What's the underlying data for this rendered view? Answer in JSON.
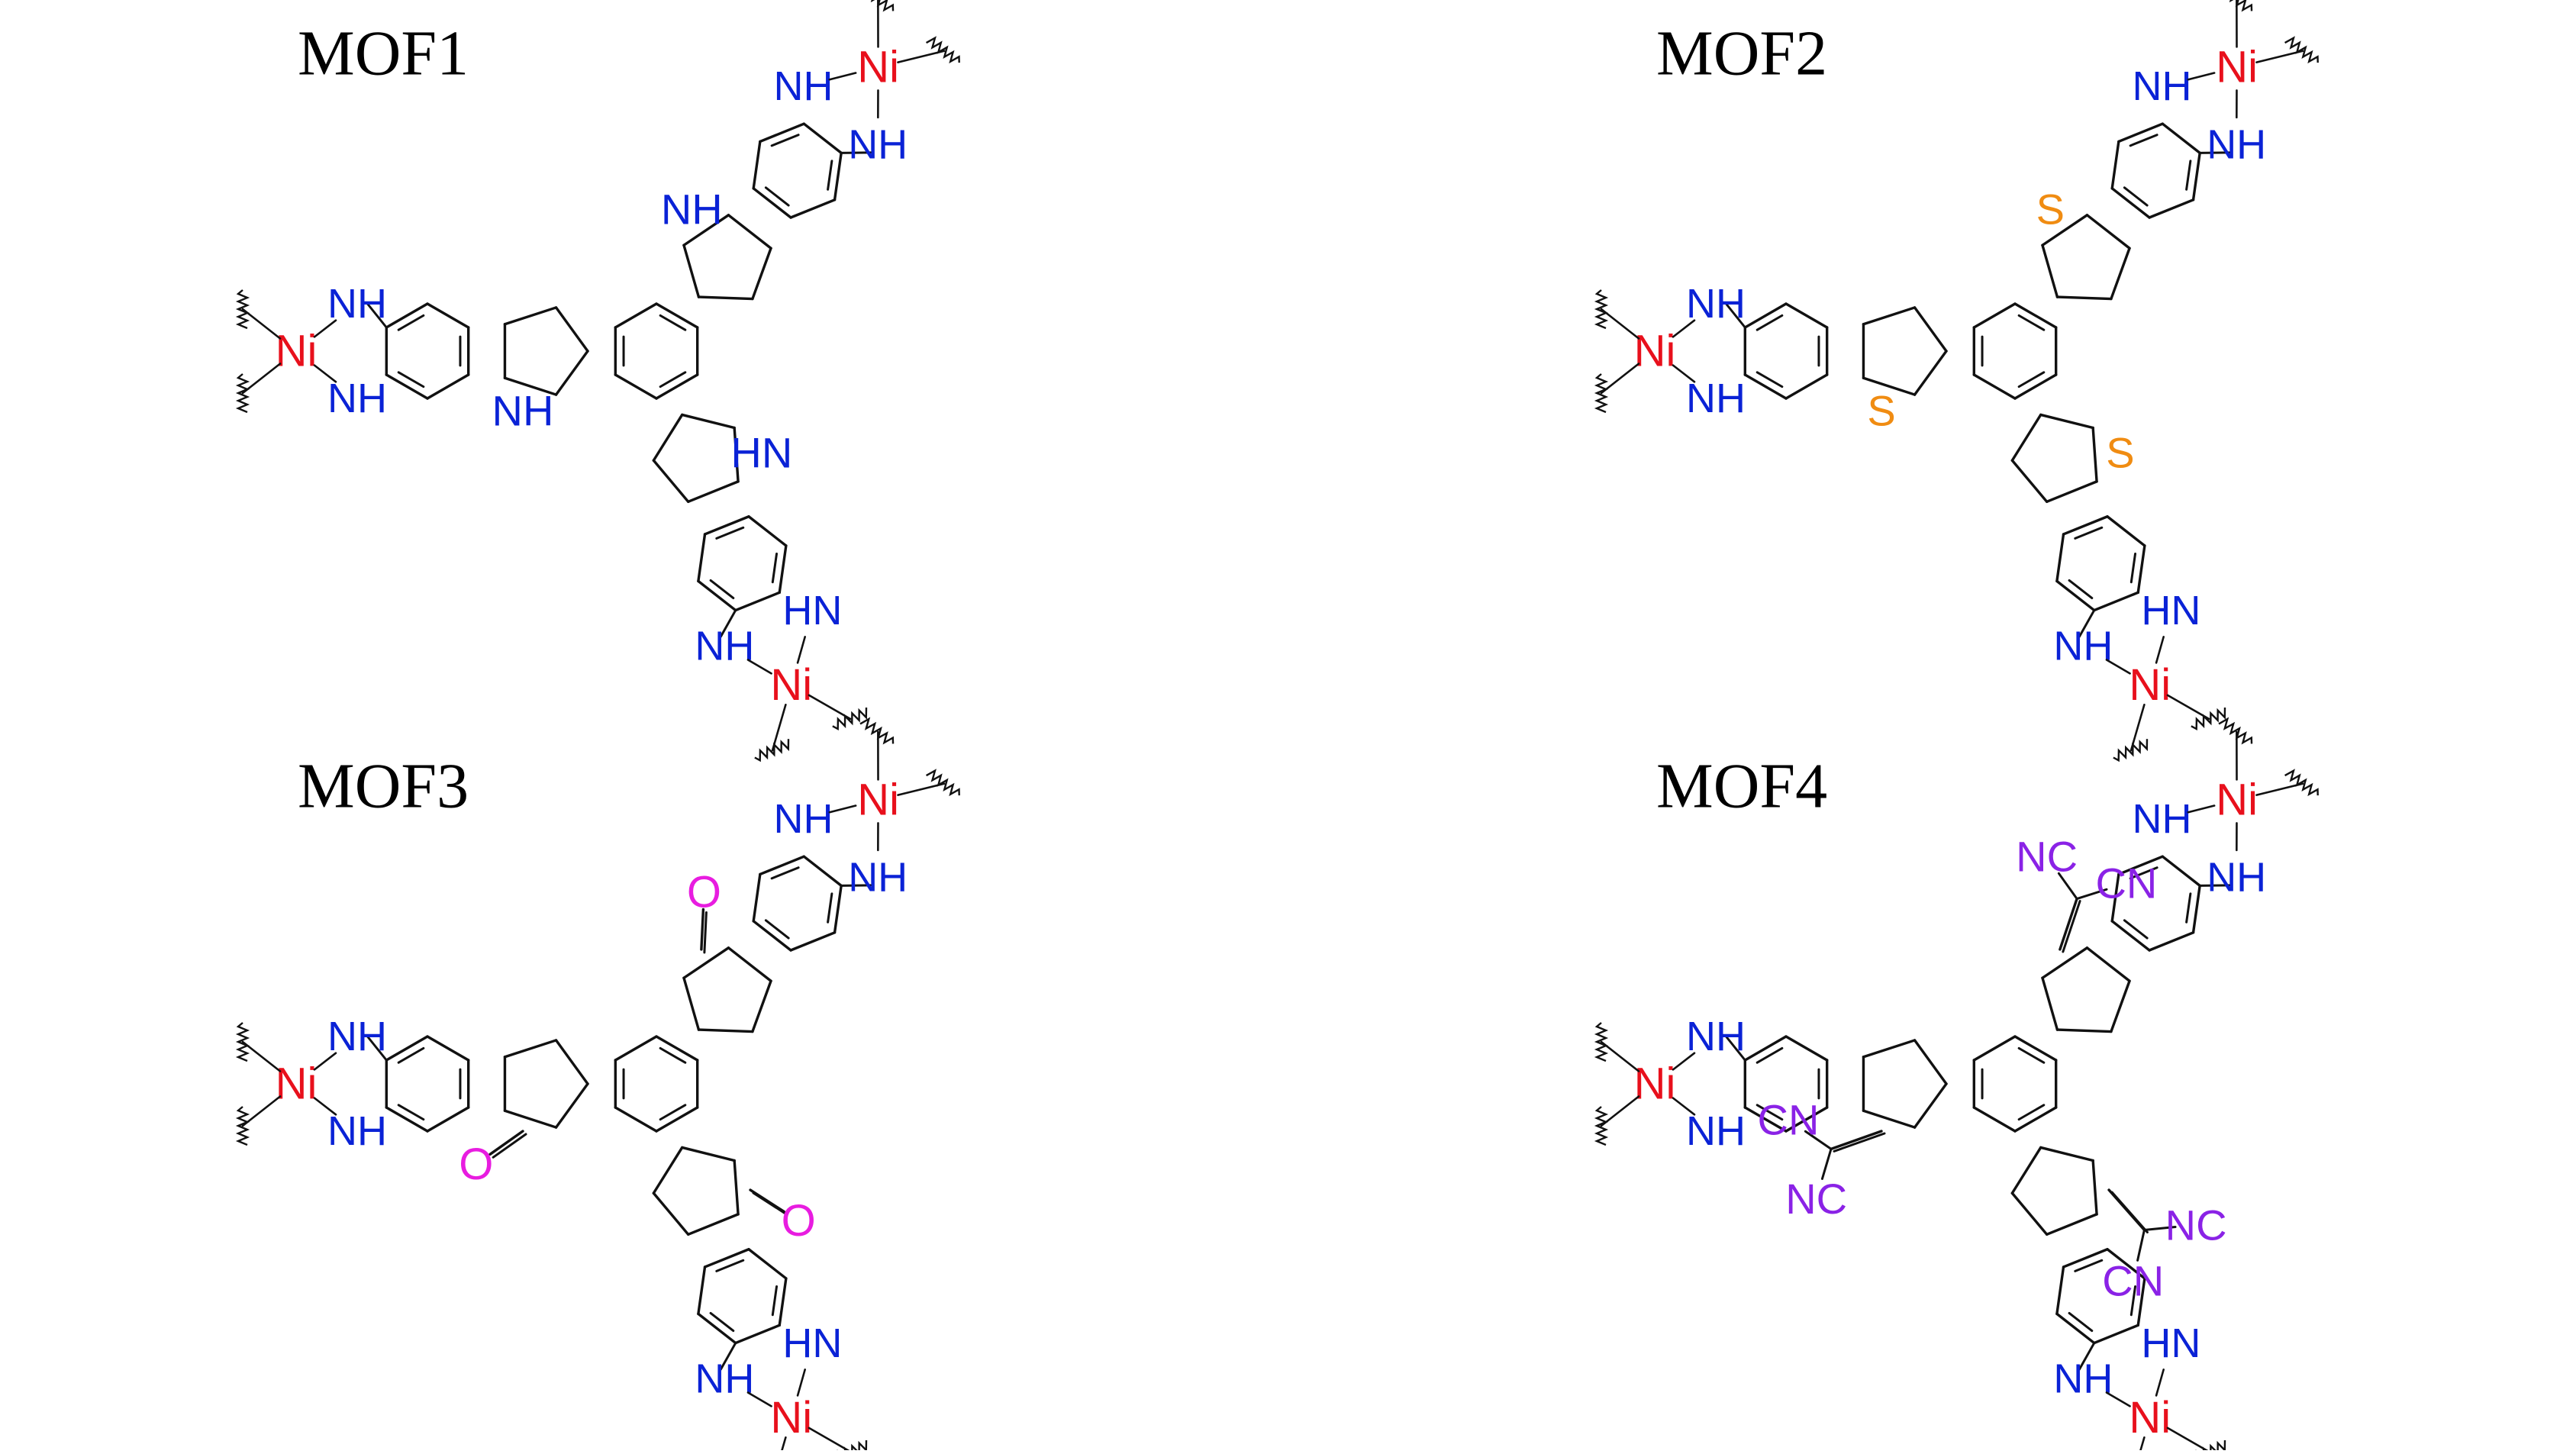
{
  "colors": {
    "bond": "#111111",
    "metal": "#e8101c",
    "amine": "#0a22d6",
    "sulfur": "#f08c12",
    "oxygen": "#e81ce0",
    "cyano": "#8a22e6",
    "title": "#000000"
  },
  "panels": [
    {
      "title": "MOF1",
      "core": "indole",
      "label_top_nh": "NH",
      "label_metal": "Ni",
      "label_hn": "HN",
      "heteroatom": [
        "NH",
        "NH",
        "HN"
      ]
    },
    {
      "title": "MOF2",
      "core": "thiophene",
      "label_top_nh": "NH",
      "label_metal": "Ni",
      "label_hn": "HN",
      "heteroatom": [
        "S",
        "S",
        "S"
      ]
    },
    {
      "title": "MOF3",
      "core": "ketone",
      "label_top_nh": "NH",
      "label_metal": "Ni",
      "label_hn": "HN",
      "heteroatom": [
        "O",
        "O",
        "O"
      ]
    },
    {
      "title": "MOF4",
      "core": "dicyanomethylene",
      "label_top_nh": "NH",
      "label_metal": "Ni",
      "label_hn": "HN",
      "cyano_nc": "NC",
      "cyano_cn": "CN"
    }
  ]
}
